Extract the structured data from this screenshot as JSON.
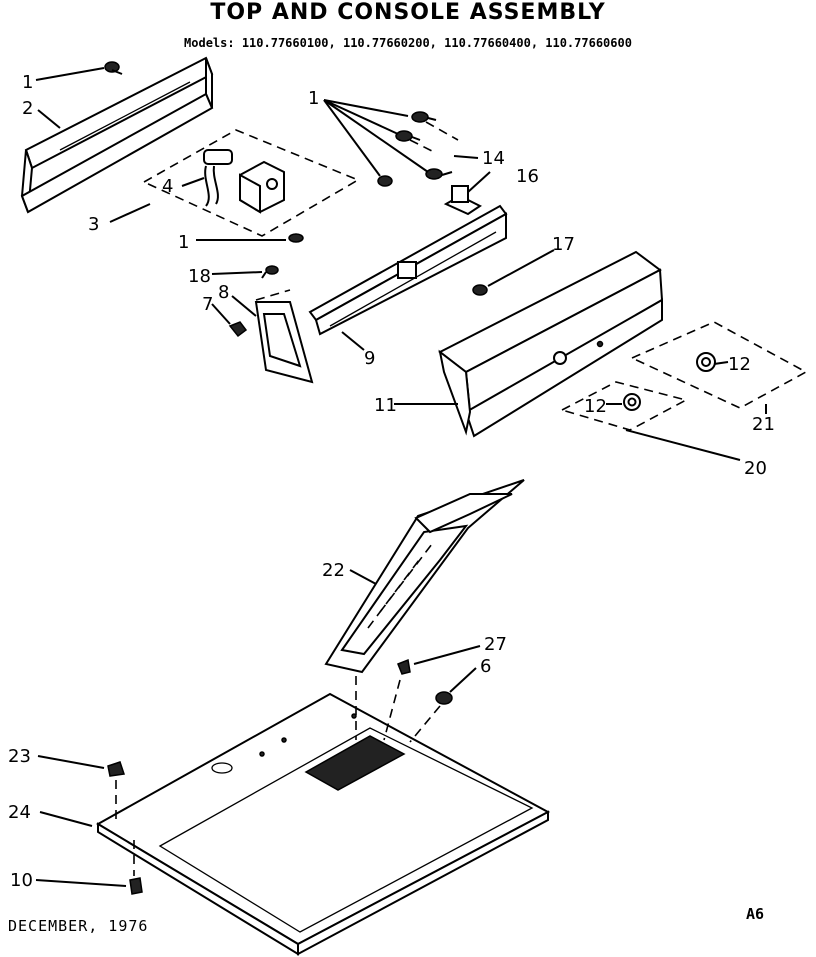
{
  "title": "TOP AND CONSOLE ASSEMBLY",
  "models": "Models: 110.77660100, 110.77660200, 110.77660400, 110.77660600",
  "date": "DECEMBER, 1976",
  "page_code": "A6",
  "callouts": {
    "c1_top": "1",
    "c2": "2",
    "c1_right": "1",
    "c14": "14",
    "c16": "16",
    "c3": "3",
    "c4": "4",
    "c1_mid": "1",
    "c17": "17",
    "c18": "18",
    "c8": "8",
    "c7": "7",
    "c9": "9",
    "c11": "11",
    "c12_right": "12",
    "c12_lower": "12",
    "c21": "21",
    "c20": "20",
    "c22": "22",
    "c27": "27",
    "c6": "6",
    "c23": "23",
    "c24": "24",
    "c10": "10"
  }
}
